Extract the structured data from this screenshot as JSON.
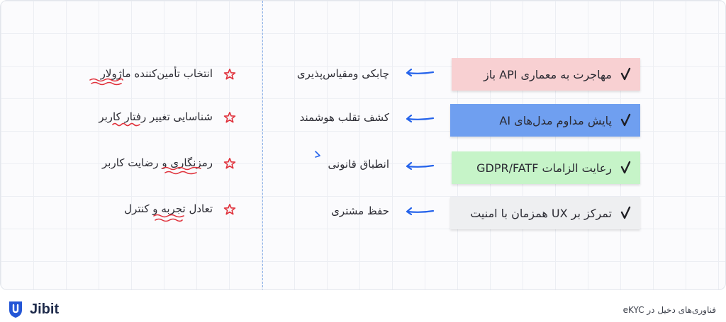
{
  "notes": [
    {
      "text": "مهاجرت به معماری API باز",
      "color": "#f8d0d2"
    },
    {
      "text": "پایش مداوم مدل‌های AI",
      "color": "#6f9ff0"
    },
    {
      "text": "رعایت الزامات GDPR/FATF",
      "color": "#c6f4c8"
    },
    {
      "text": "تمرکز بر UX همزمان با امنیت",
      "color": "#eeeff1"
    }
  ],
  "outcomes": [
    "چابکی ومقیاس‌پذیری",
    "کشف تقلب هوشمند",
    "انطباق قانونی",
    "حفظ مشتری"
  ],
  "challenges": [
    "انتخاب تأمین‌کننده ماژولار",
    "شناسایی تغییر رفتار کاربر",
    "رمزنگاری و رضایت کاربر",
    "تعادل تجربه و کنترل"
  ],
  "icons": {
    "check": "check-icon",
    "arrow": "arrow-left-icon",
    "star": "star-icon"
  },
  "accent_colors": {
    "arrow": "#2563eb",
    "star": "#e0323c",
    "squiggle": "#e0323c"
  },
  "footer": {
    "brand": "Jibit",
    "caption": "فناوری‌های دخیل در eKYC"
  }
}
